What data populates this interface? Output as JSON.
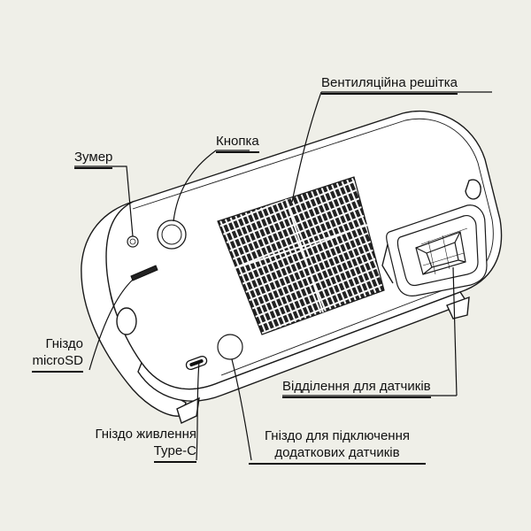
{
  "labels": {
    "buzzer": "Зумер",
    "button": "Кнопка",
    "vent": "Вентиляційна решітка",
    "microsd_line1": "Гніздо",
    "microsd_line2": "microSD",
    "sensors": "Відділення для датчиків",
    "power_line1": "Гніздо живлення",
    "power_line2": "Type-C",
    "extra_line1": "Гніздо для підключення",
    "extra_line2": "додаткових датчиків"
  }
}
